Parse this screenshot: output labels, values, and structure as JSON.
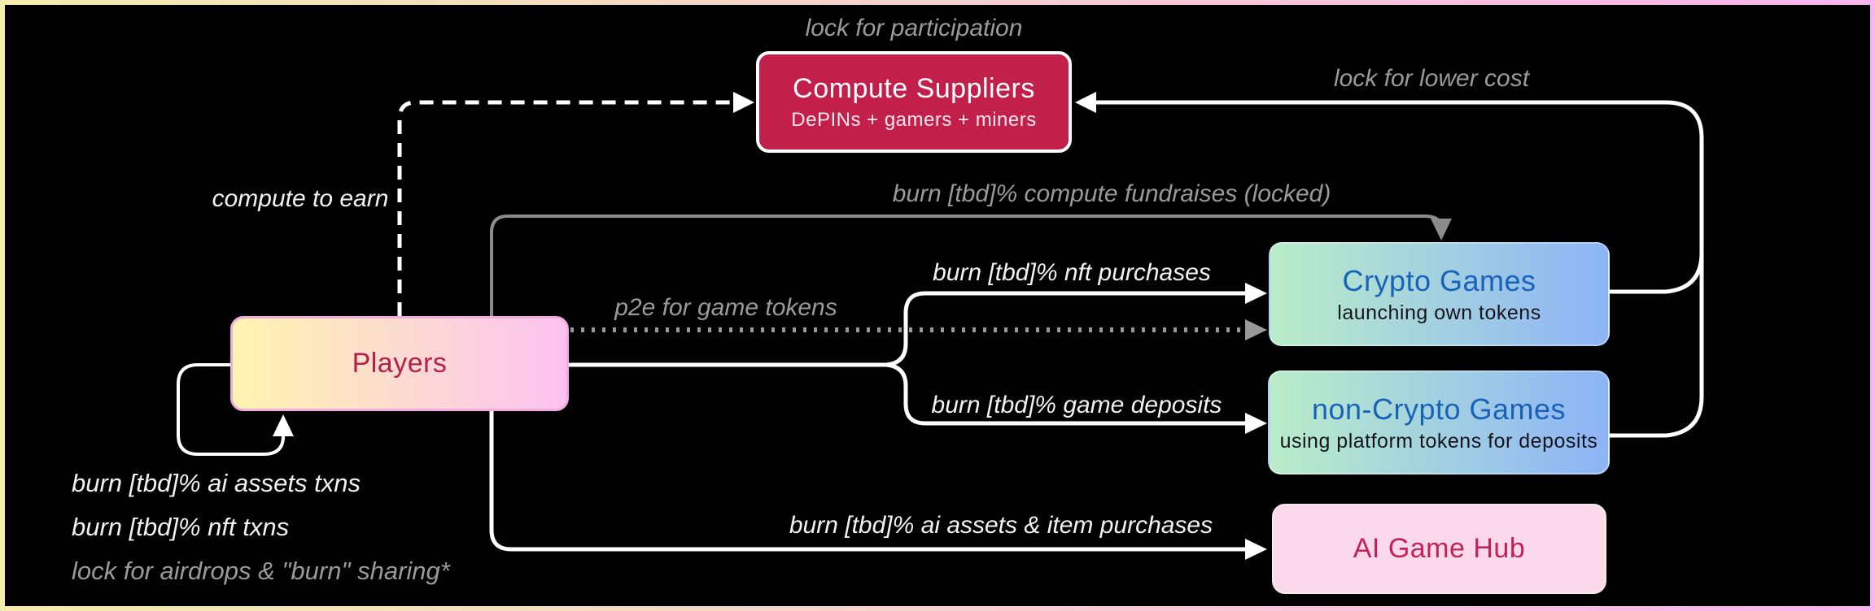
{
  "colors": {
    "background": "#000000",
    "frame_gradient_start": "#f5edad",
    "frame_gradient_end": "#f9b5f0",
    "compute_suppliers_bg": "#c21f4a",
    "players_gradient_start": "#fdf4b0",
    "players_gradient_end": "#fcc2f0",
    "players_text": "#b41f4e",
    "games_gradient_start": "#b9edc9",
    "games_gradient_end": "#8db3f7",
    "games_title_text": "#1862ba",
    "games_subtitle_text": "#15151d",
    "ai_game_hub_bg": "#fbd9ea",
    "ai_game_hub_text": "#c32259",
    "label_white": "#f2f2f2",
    "label_gray": "#9a9a9a",
    "wire_white": "#ffffff",
    "wire_gray": "#8c8c8c"
  },
  "nodes": {
    "compute_suppliers": {
      "title": "Compute Suppliers",
      "subtitle": "DePINs + gamers + miners"
    },
    "players": {
      "title": "Players"
    },
    "crypto_games": {
      "title": "Crypto Games",
      "subtitle": "launching own tokens"
    },
    "non_crypto_games": {
      "title": "non-Crypto Games",
      "subtitle": "using platform tokens for deposits"
    },
    "ai_game_hub": {
      "title": "AI Game Hub"
    }
  },
  "labels": {
    "lock_for_participation": "lock for participation",
    "lock_for_lower_cost": "lock for lower cost",
    "compute_to_earn": "compute to earn",
    "burn_compute_fundraises": "burn [tbd]% compute fundraises (locked)",
    "p2e_for_game_tokens": "p2e for game tokens",
    "burn_nft_purchases": "burn [tbd]% nft purchases",
    "burn_game_deposits": "burn [tbd]% game deposits",
    "burn_ai_assets_item_purchases": "burn [tbd]% ai assets & item purchases",
    "burn_ai_assets_txns": "burn [tbd]% ai assets txns",
    "burn_nft_txns": "burn [tbd]% nft txns",
    "lock_for_airdrops": "lock for airdrops & \"burn\" sharing*"
  }
}
